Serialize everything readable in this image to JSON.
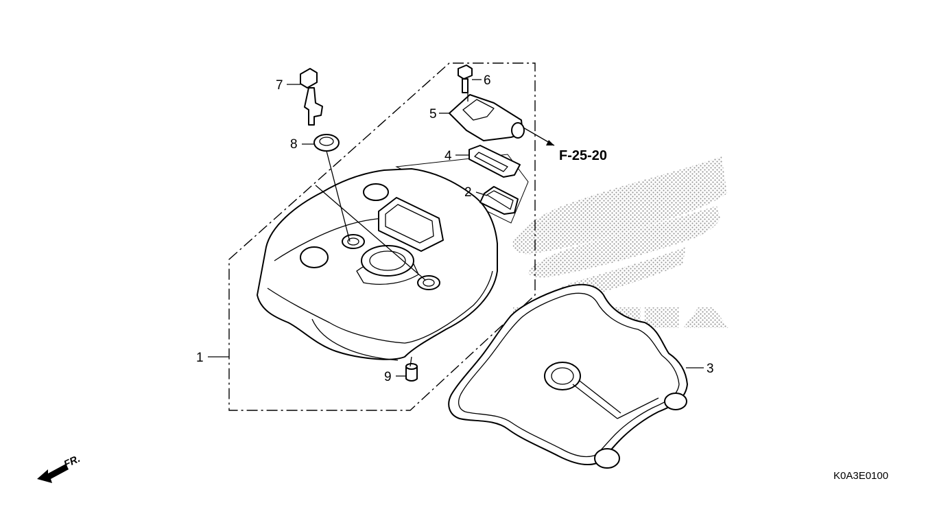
{
  "diagram": {
    "callouts": [
      {
        "id": "1",
        "label": "1"
      },
      {
        "id": "2",
        "label": "2"
      },
      {
        "id": "3",
        "label": "3"
      },
      {
        "id": "4",
        "label": "4"
      },
      {
        "id": "5",
        "label": "5"
      },
      {
        "id": "6",
        "label": "6"
      },
      {
        "id": "7",
        "label": "7"
      },
      {
        "id": "8",
        "label": "8"
      },
      {
        "id": "9",
        "label": "9"
      }
    ],
    "reference": "F-25-20",
    "front_marker": "FR.",
    "watermark_text": "HONDA",
    "diagram_code": "K0A3E0100",
    "colors": {
      "line": "#000000",
      "watermark": "#9a9a9a",
      "background": "#ffffff"
    }
  }
}
